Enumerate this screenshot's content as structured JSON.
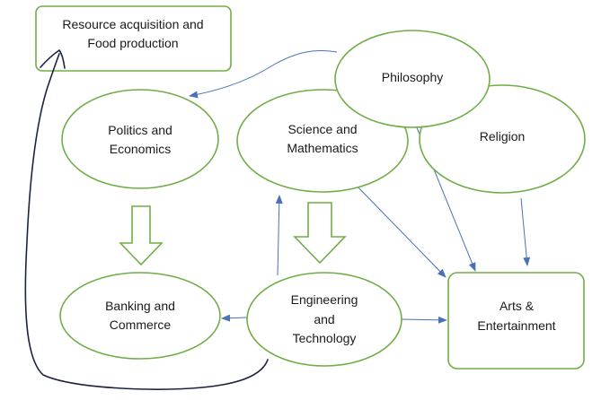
{
  "diagram": {
    "nodes": {
      "resource": {
        "lines": [
          "Resource acquisition and",
          "Food production"
        ]
      },
      "philosophy": {
        "lines": [
          "Philosophy"
        ]
      },
      "politics": {
        "lines": [
          "Politics and",
          "Economics"
        ]
      },
      "science": {
        "lines": [
          "Science and",
          "Mathematics"
        ]
      },
      "religion": {
        "lines": [
          "Religion"
        ]
      },
      "banking": {
        "lines": [
          "Banking and",
          "Commerce"
        ]
      },
      "engineering": {
        "lines": [
          "Engineering",
          "and",
          "Technology"
        ]
      },
      "arts": {
        "lines": [
          "Arts &",
          "Entertainment"
        ]
      }
    },
    "colors": {
      "node_stroke": "#70ad47",
      "arrow_line": "#4a72b8",
      "hand_drawn_line": "#1c2340",
      "text": "#1a1a1a"
    }
  }
}
